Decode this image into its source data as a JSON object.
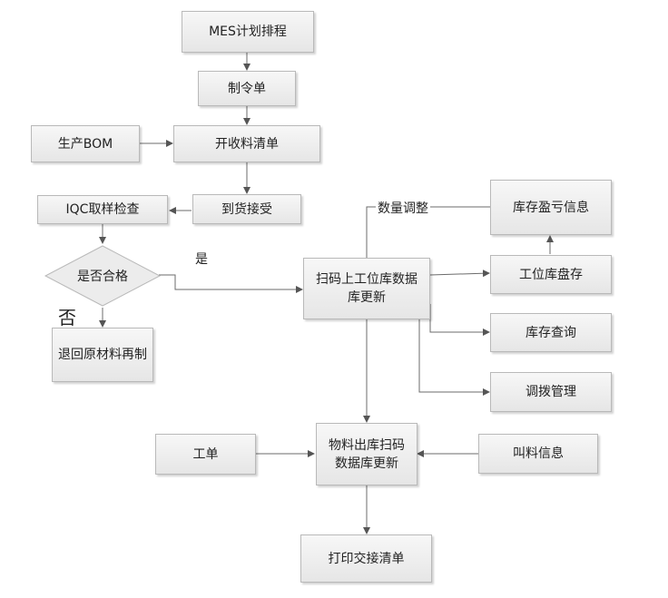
{
  "nodes": {
    "mes_plan": "MES计划排程",
    "work_order_make": "制令单",
    "bom": "生产BOM",
    "pick_list": "开收料清单",
    "receive": "到货接受",
    "iqc": "IQC取样检查",
    "pass_check": "是否合格",
    "return_material": "退回原材料再制",
    "scan_station": "扫码上工位库数据库更新",
    "inventory_pl": "库存盈亏信息",
    "station_count": "工位库盘存",
    "inventory_query": "库存查询",
    "transfer_mgmt": "调拨管理",
    "work_order": "工单",
    "material_out": "物料出库扫码数据库更新",
    "call_material": "叫料信息",
    "print_handover": "打印交接清单"
  },
  "labels": {
    "yes": "是",
    "no": "否",
    "qty_adjust": "数量调整"
  }
}
